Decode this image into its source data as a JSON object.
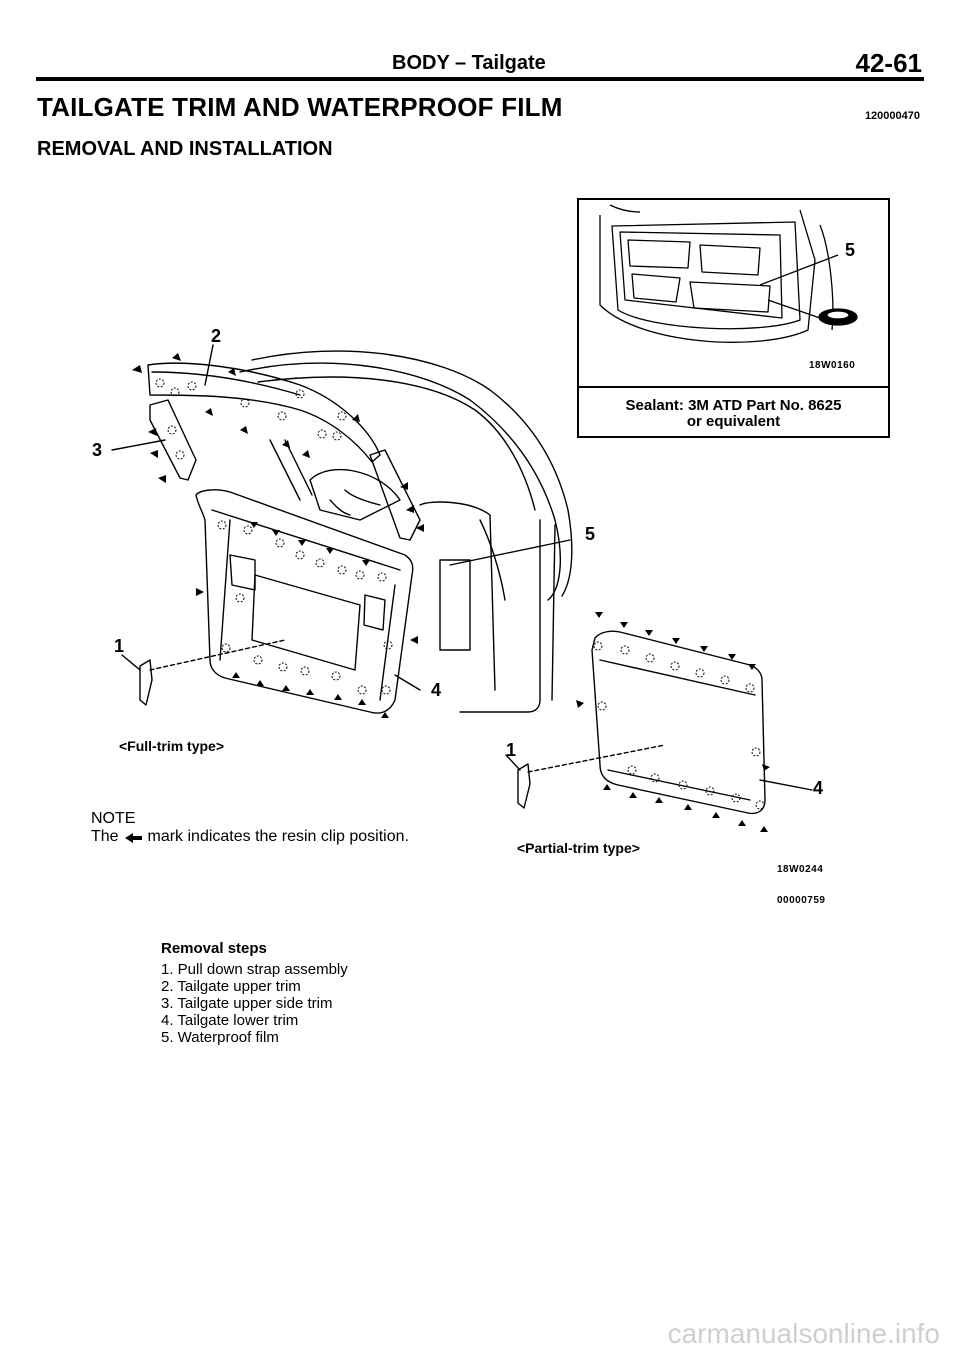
{
  "header": {
    "section": "BODY – Tailgate",
    "page_number": "42-61"
  },
  "title": "TAILGATE TRIM AND WATERPROOF FILM",
  "doc_number": "120000470",
  "subtitle": "REMOVAL AND INSTALLATION",
  "inset": {
    "callout": "5",
    "figure_id": "18W0160",
    "caption_line1": "Sealant: 3M ATD Part No. 8625",
    "caption_line2": "or equivalent"
  },
  "main_figure": {
    "callouts": {
      "c2": "2",
      "c3": "3",
      "c5": "5",
      "c1": "1",
      "c4": "4"
    },
    "full_trim_label": "<Full-trim type>"
  },
  "partial_figure": {
    "callouts": {
      "c1": "1",
      "c4": "4"
    },
    "label": "<Partial-trim type>",
    "figure_id": "18W0244"
  },
  "figure_number": "00000759",
  "note": {
    "heading": "NOTE",
    "text_before": "The",
    "icon": "resin-clip-arrow-icon",
    "text_after": "mark indicates the resin clip position."
  },
  "removal_steps": {
    "title": "Removal steps",
    "items": [
      "1. Pull down strap assembly",
      "2. Tailgate upper trim",
      "3. Tailgate upper side trim",
      "4. Tailgate lower trim",
      "5. Waterproof film"
    ]
  },
  "watermark": "carmanualsonline.info"
}
